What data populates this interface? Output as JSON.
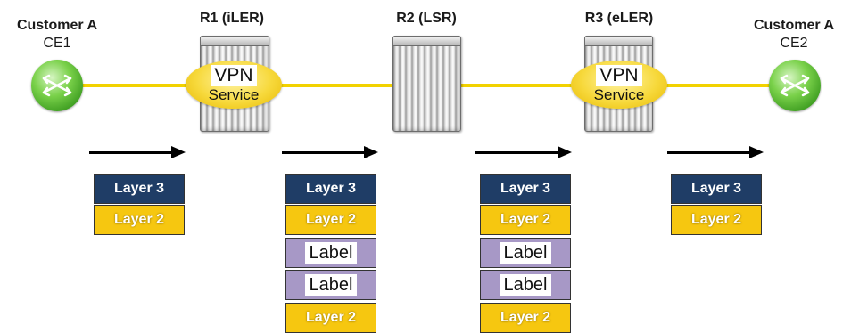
{
  "nodes": {
    "ce1": {
      "title": "Customer A",
      "label": "CE1"
    },
    "r1": {
      "title": "R1 (iLER)"
    },
    "r2": {
      "title": "R2 (LSR)"
    },
    "r3": {
      "title": "R3 (eLER)"
    },
    "ce2": {
      "title": "Customer A",
      "label": "CE2"
    }
  },
  "vpn": {
    "name": "VPN",
    "service": "Service"
  },
  "stacks": [
    [
      "Layer 3",
      "Layer 2"
    ],
    [
      "Layer 3",
      "Layer 2",
      "Label",
      "Label",
      "Layer 2"
    ],
    [
      "Layer 3",
      "Layer 2",
      "Label",
      "Label",
      "Layer 2"
    ],
    [
      "Layer 3",
      "Layer 2"
    ]
  ],
  "colors": {
    "link": "#f2d200",
    "layer3": "#1f3d66",
    "layer2": "#f6c710",
    "label": "#a798c6",
    "router": "#5bbf2e"
  }
}
